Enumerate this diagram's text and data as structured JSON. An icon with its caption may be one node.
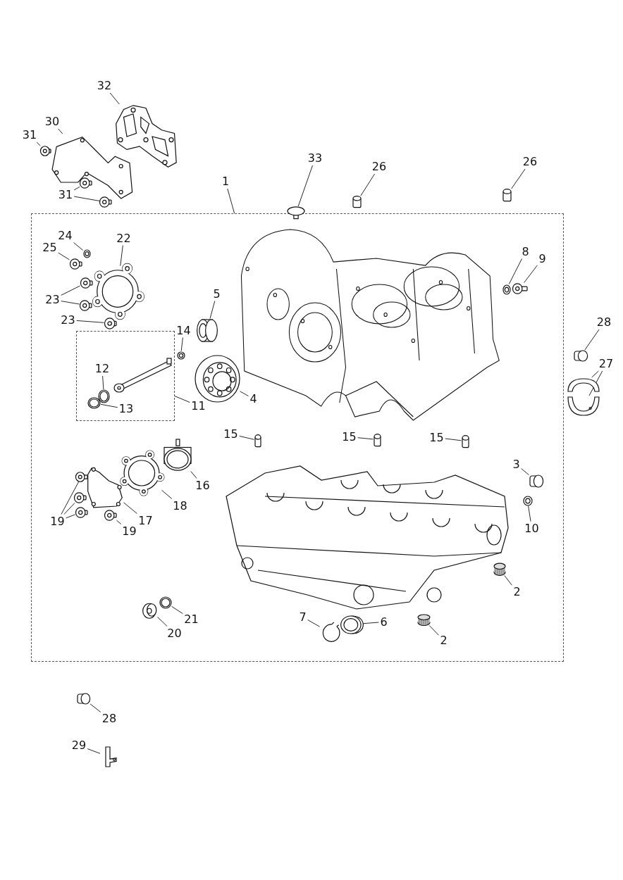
{
  "diagram": {
    "nodes": [
      {
        "text": [
          "32"
        ]
      },
      {
        "text": [],
        "shape": "picture"
      },
      {
        "text": [
          "30"
        ]
      },
      {
        "text": [],
        "shape": "picture"
      },
      {
        "text": [
          "31"
        ]
      },
      {
        "text": [],
        "shape": "picture"
      },
      {
        "text": [
          "31"
        ]
      },
      {
        "text": [],
        "shape": "picture"
      },
      {
        "text": [],
        "shape": "picture"
      },
      {
        "text": [
          "33"
        ]
      },
      {
        "text": [],
        "shape": "cylinder"
      },
      {
        "text": [
          "26"
        ]
      },
      {
        "text": [],
        "shape": "cylinder"
      },
      {
        "text": [
          "26"
        ]
      },
      {
        "text": [],
        "shape": "cylinder"
      },
      {
        "text": [
          "1"
        ]
      },
      {
        "text": [],
        "shape": "box"
      },
      {
        "text": [
          "24"
        ],
        "in": 16
      },
      {
        "text": [],
        "shape": "picture",
        "in": 16
      },
      {
        "text": [
          "25"
        ],
        "in": 16
      },
      {
        "text": [],
        "shape": "picture",
        "in": 16
      },
      {
        "text": [
          "22"
        ],
        "in": 16
      },
      {
        "text": [],
        "shape": "picture",
        "in": 16
      },
      {
        "text": [
          "23"
        ],
        "in": 16
      },
      {
        "text": [],
        "shape": "picture",
        "in": 16
      },
      {
        "text": [],
        "shape": "picture",
        "in": 16
      },
      {
        "text": [
          "23"
        ],
        "in": 16
      },
      {
        "text": [],
        "shape": "picture",
        "in": 16
      },
      {
        "text": [
          "5"
        ],
        "in": 16
      },
      {
        "text": [],
        "shape": "picture",
        "in": 16
      },
      {
        "text": [
          "14"
        ],
        "in": 16
      },
      {
        "text": [],
        "shape": "picture",
        "in": 16
      },
      {
        "text": [],
        "shape": "box",
        "in": 16
      },
      {
        "text": [
          "12"
        ],
        "in": 32
      },
      {
        "text": [],
        "shape": "picture",
        "in": 32
      },
      {
        "text": [
          "13"
        ],
        "in": 32
      },
      {
        "text": [],
        "shape": "picture",
        "in": 32
      },
      {
        "text": [
          "11"
        ],
        "in": 16
      },
      {
        "text": [],
        "shape": "picture",
        "in": 16
      },
      {
        "text": [
          "4"
        ],
        "in": 16
      },
      {
        "text": [],
        "shape": "picture",
        "in": 16
      },
      {
        "text": [
          "8"
        ],
        "in": 16
      },
      {
        "text": [],
        "shape": "picture",
        "in": 16
      },
      {
        "text": [
          "9"
        ],
        "in": 16
      },
      {
        "text": [],
        "shape": "picture",
        "in": 16
      },
      {
        "text": [
          "15"
        ],
        "in": 16
      },
      {
        "text": [],
        "shape": "cylinder",
        "in": 16
      },
      {
        "text": [
          "15"
        ],
        "in": 16
      },
      {
        "text": [],
        "shape": "cylinder",
        "in": 16
      },
      {
        "text": [
          "15"
        ],
        "in": 16
      },
      {
        "text": [],
        "shape": "cylinder",
        "in": 16
      },
      {
        "text": [
          "3"
        ],
        "in": 16
      },
      {
        "text": [],
        "shape": "cylinder",
        "in": 16
      },
      {
        "text": [],
        "shape": "picture",
        "in": 16
      },
      {
        "text": [
          "16"
        ],
        "in": 16
      },
      {
        "text": [],
        "shape": "picture",
        "in": 16
      },
      {
        "text": [],
        "shape": "picture",
        "in": 16
      },
      {
        "text": [],
        "shape": "picture",
        "in": 16
      },
      {
        "text": [
          "19"
        ],
        "in": 16
      },
      {
        "text": [],
        "shape": "picture",
        "in": 16
      },
      {
        "text": [
          "19"
        ],
        "in": 16
      },
      {
        "text": [],
        "shape": "picture",
        "in": 16
      },
      {
        "text": [
          "17"
        ],
        "in": 16
      },
      {
        "text": [],
        "shape": "picture",
        "in": 16
      },
      {
        "text": [
          "18"
        ],
        "in": 16
      },
      {
        "text": [],
        "shape": "picture",
        "in": 16
      },
      {
        "text": [],
        "shape": "picture",
        "in": 16
      },
      {
        "text": [
          "10"
        ],
        "in": 16
      },
      {
        "text": [],
        "shape": "picture",
        "in": 16
      },
      {
        "text": [
          "2"
        ],
        "in": 16
      },
      {
        "text": [],
        "shape": "picture",
        "in": 16
      },
      {
        "text": [
          "21"
        ],
        "in": 16
      },
      {
        "text": [],
        "shape": "picture",
        "in": 16
      },
      {
        "text": [
          "20"
        ],
        "in": 16
      },
      {
        "text": [
          "7"
        ],
        "in": 16
      },
      {
        "text": [],
        "shape": "picture",
        "in": 16
      },
      {
        "text": [],
        "shape": "picture",
        "in": 16
      },
      {
        "text": [
          "6"
        ],
        "in": 16
      },
      {
        "text": [],
        "shape": "picture",
        "in": 16
      },
      {
        "text": [
          "2"
        ],
        "in": 16
      },
      {
        "text": [
          "28"
        ]
      },
      {
        "text": [],
        "shape": "cylinder"
      },
      {
        "text": [
          "27"
        ]
      },
      {
        "text": [],
        "shape": "picture"
      },
      {
        "text": [],
        "shape": "picture"
      },
      {
        "text": [],
        "shape": "cylinder"
      },
      {
        "text": [
          "28"
        ]
      },
      {
        "text": [
          "29"
        ]
      },
      {
        "text": [],
        "shape": "picture"
      }
    ],
    "edges": [
      {
        "from": 0,
        "to": 1,
        "arrow": "none"
      },
      {
        "from": 2,
        "to": 3,
        "arrow": "none"
      },
      {
        "from": 4,
        "to": 5,
        "arrow": "none"
      },
      {
        "from": 6,
        "to": 7,
        "arrow": "none"
      },
      {
        "from": 6,
        "to": 8,
        "arrow": "none"
      },
      {
        "from": 9,
        "to": 10,
        "arrow": "none"
      },
      {
        "from": 11,
        "to": 12,
        "arrow": "none"
      },
      {
        "from": 13,
        "to": 14,
        "arrow": "none"
      },
      {
        "from": 15,
        "to": 16,
        "arrow": "none"
      },
      {
        "from": 17,
        "to": 18,
        "arrow": "none"
      },
      {
        "from": 19,
        "to": 20,
        "arrow": "none"
      },
      {
        "from": 21,
        "to": 22,
        "arrow": "none"
      },
      {
        "from": 23,
        "to": 24,
        "arrow": "none"
      },
      {
        "from": 23,
        "to": 25,
        "arrow": "none"
      },
      {
        "from": 26,
        "to": 27,
        "arrow": "none"
      },
      {
        "from": 28,
        "to": 29,
        "arrow": "none"
      },
      {
        "from": 30,
        "to": 31,
        "arrow": "none"
      },
      {
        "from": 33,
        "to": 34,
        "arrow": "none"
      },
      {
        "from": 35,
        "to": 36,
        "arrow": "none"
      },
      {
        "from": 37,
        "to": 32,
        "arrow": "none"
      },
      {
        "from": 39,
        "to": 38,
        "arrow": "none"
      },
      {
        "from": 41,
        "to": 42,
        "arrow": "none"
      },
      {
        "from": 43,
        "to": 44,
        "arrow": "none"
      },
      {
        "from": 45,
        "to": 46,
        "arrow": "none"
      },
      {
        "from": 47,
        "to": 48,
        "arrow": "none"
      },
      {
        "from": 49,
        "to": 50,
        "arrow": "none"
      },
      {
        "from": 51,
        "to": 52,
        "arrow": "none"
      },
      {
        "from": 54,
        "to": 53,
        "arrow": "none"
      },
      {
        "from": 58,
        "to": 55,
        "arrow": "none"
      },
      {
        "from": 58,
        "to": 56,
        "arrow": "none"
      },
      {
        "from": 58,
        "to": 57,
        "arrow": "none"
      },
      {
        "from": 60,
        "to": 59,
        "arrow": "none"
      },
      {
        "from": 62,
        "to": 61,
        "arrow": "none"
      },
      {
        "from": 64,
        "to": 63,
        "arrow": "none"
      },
      {
        "from": 67,
        "to": 66,
        "arrow": "none"
      },
      {
        "from": 69,
        "to": 68,
        "arrow": "none"
      },
      {
        "from": 71,
        "to": 70,
        "arrow": "none"
      },
      {
        "from": 73,
        "to": 72,
        "arrow": "none"
      },
      {
        "from": 74,
        "to": 75,
        "arrow": "none"
      },
      {
        "from": 77,
        "to": 76,
        "arrow": "none"
      },
      {
        "from": 79,
        "to": 78,
        "arrow": "none"
      },
      {
        "from": 80,
        "to": 81,
        "arrow": "none"
      },
      {
        "from": 82,
        "to": 83,
        "arrow": "none"
      },
      {
        "from": 82,
        "to": 84,
        "arrow": "none"
      },
      {
        "from": 86,
        "to": 85,
        "arrow": "none"
      },
      {
        "from": 87,
        "to": 88,
        "arrow": "none"
      }
    ]
  }
}
